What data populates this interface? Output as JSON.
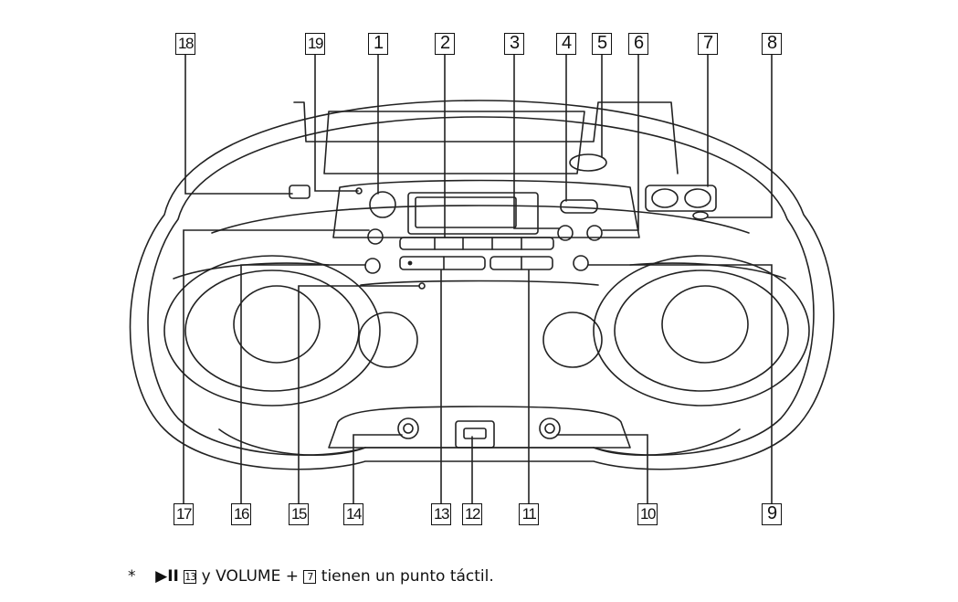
{
  "callouts": [
    {
      "id": "c18",
      "label": "18"
    },
    {
      "id": "c19",
      "label": "19"
    },
    {
      "id": "c1",
      "label": "1"
    },
    {
      "id": "c2",
      "label": "2"
    },
    {
      "id": "c3",
      "label": "3"
    },
    {
      "id": "c4",
      "label": "4"
    },
    {
      "id": "c5",
      "label": "5"
    },
    {
      "id": "c6",
      "label": "6"
    },
    {
      "id": "c7",
      "label": "7"
    },
    {
      "id": "c8",
      "label": "8"
    },
    {
      "id": "c17",
      "label": "17"
    },
    {
      "id": "c16",
      "label": "16"
    },
    {
      "id": "c15",
      "label": "15"
    },
    {
      "id": "c14",
      "label": "14"
    },
    {
      "id": "c13",
      "label": "13"
    },
    {
      "id": "c12",
      "label": "12"
    },
    {
      "id": "c11",
      "label": "11"
    },
    {
      "id": "c10",
      "label": "10"
    },
    {
      "id": "c9",
      "label": "9"
    }
  ],
  "footnote": {
    "star": "*",
    "play_pause_symbol": "▶II",
    "ref_a": "13",
    "mid_text": "y VOLUME +",
    "ref_b": "7",
    "tail_text": "tienen un punto táctil."
  }
}
